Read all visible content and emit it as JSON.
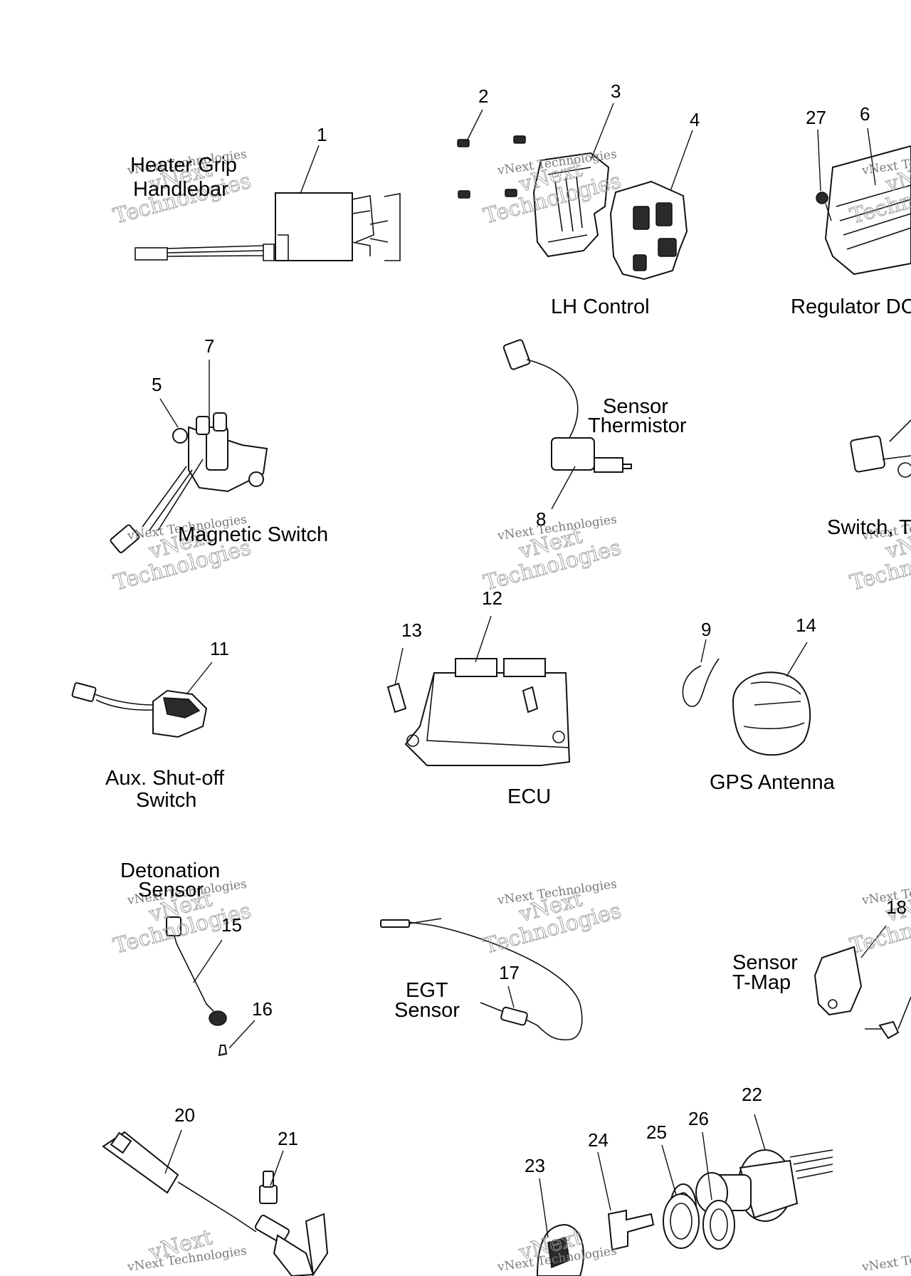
{
  "labels": {
    "heater_grip": [
      "Heater Grip",
      "Handlebar"
    ],
    "lh_control": "LH Control",
    "regulator": "Regulator DC",
    "magnetic_switch": "Magnetic Switch",
    "sensor_thermistor": [
      "Sensor",
      "Thermistor"
    ],
    "switch_t": "Switch, T",
    "aux_shutoff": [
      "Aux. Shut-off",
      "Switch"
    ],
    "ecu": "ECU",
    "gps_antenna": "GPS Antenna",
    "detonation_sensor": [
      "Detonation",
      "Sensor"
    ],
    "egt_sensor": [
      "EGT",
      "Sensor"
    ],
    "sensor_tmap": [
      "Sensor",
      "T-Map"
    ]
  },
  "callouts": [
    "1",
    "2",
    "3",
    "4",
    "27",
    "6",
    "7",
    "5",
    "8",
    "11",
    "12",
    "13",
    "9",
    "14",
    "15",
    "16",
    "17",
    "18",
    "20",
    "21",
    "22",
    "23",
    "24",
    "25",
    "26"
  ],
  "watermark": {
    "small": "vNext Technologies",
    "large_1": "vNext",
    "large_2": "Technologies"
  }
}
